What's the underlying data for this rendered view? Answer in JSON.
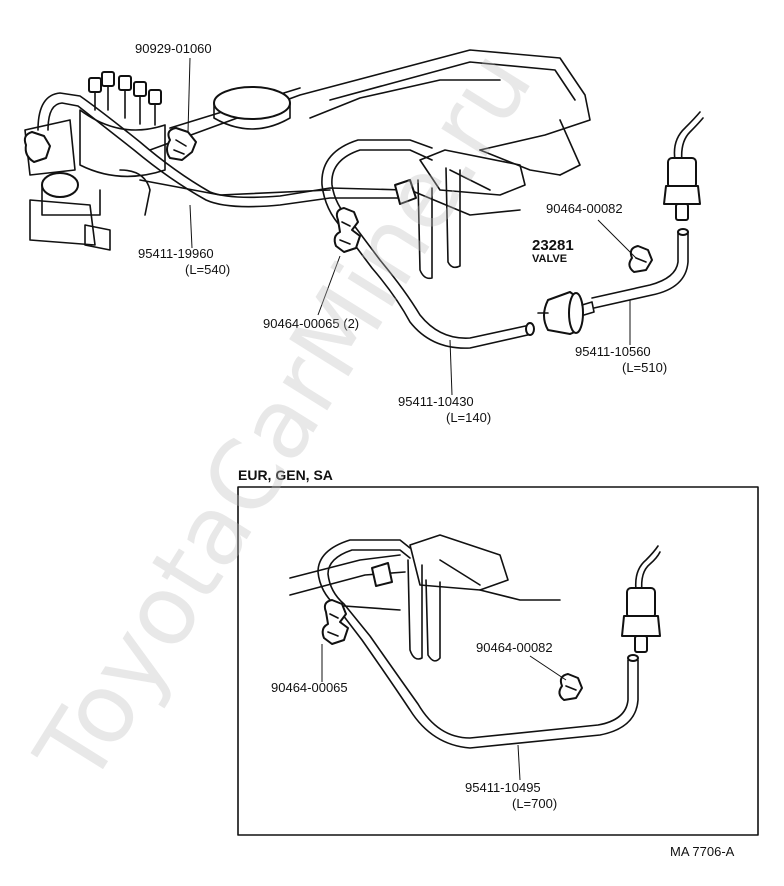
{
  "watermark": "ToyotaCarMine.ru",
  "main_parts": {
    "p_90929": "90929-01060",
    "p_95411_19960": "95411-19960",
    "p_95411_19960_len": "(L=540)",
    "p_90464_00065": "90464-00065 (2)",
    "p_90464_00082": "90464-00082",
    "p_23281": "23281",
    "p_valve": "VALVE",
    "p_95411_10560": "95411-10560",
    "p_95411_10560_len": "(L=510)",
    "p_95411_10430": "95411-10430",
    "p_95411_10430_len": "(L=140)"
  },
  "inset": {
    "title": "EUR, GEN, SA",
    "p_90464_00082": "90464-00082",
    "p_90464_00065": "90464-00065",
    "p_95411_10495": "95411-10495",
    "p_95411_10495_len": "(L=700)"
  },
  "drawing_id": "MA 7706-A"
}
